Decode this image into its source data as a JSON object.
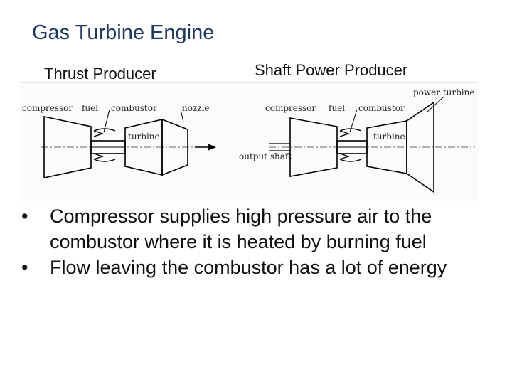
{
  "slide": {
    "title": "Gas Turbine Engine",
    "subheads": {
      "thrust": "Thrust Producer",
      "shaft": "Shaft Power Producer"
    }
  },
  "diagrams": {
    "thrust": {
      "labels": {
        "compressor": "compressor",
        "fuel": "fuel",
        "combustor": "combustor",
        "nozzle": "nozzle",
        "turbine": "turbine"
      }
    },
    "shaft": {
      "labels": {
        "power_turbine": "power turbine",
        "compressor": "compressor",
        "fuel": "fuel",
        "combustor": "combustor",
        "turbine": "turbine",
        "output_shaft": "output shaft"
      }
    }
  },
  "bullets": [
    "Compressor supplies high pressure air to the combustor where it is heated by burning fuel",
    "Flow leaving the combustor has a lot of energy"
  ],
  "bullet_glyph": "•"
}
